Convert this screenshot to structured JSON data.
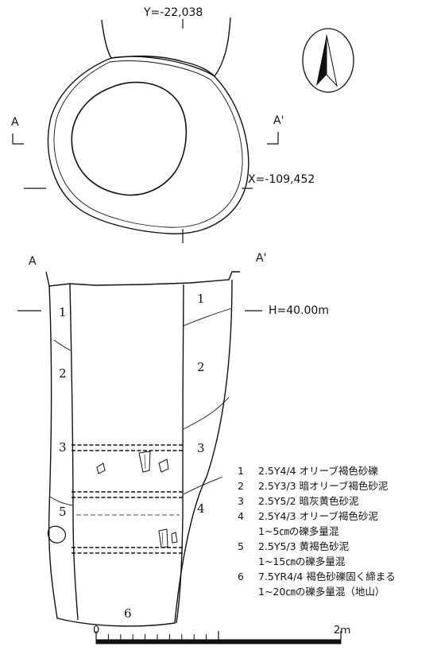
{
  "plan": {
    "coord_y": "Y=-22,038",
    "coord_x": "X=-109,452",
    "section_start": "A",
    "section_end": "A'"
  },
  "section": {
    "label_start": "A",
    "label_end": "A'",
    "elevation": "H=40.00m",
    "layer_labels": [
      "1",
      "2",
      "3",
      "5",
      "1",
      "2",
      "3",
      "4",
      "6"
    ]
  },
  "legend": {
    "items": [
      {
        "num": "1",
        "text": "2.5Y4/4 オリーブ褐色砂礫"
      },
      {
        "num": "2",
        "text": "2.5Y3/3 暗オリーブ褐色砂泥"
      },
      {
        "num": "3",
        "text": "2.5Y5/2 暗灰黄色砂泥"
      },
      {
        "num": "4",
        "text": "2.5Y4/3 オリーブ褐色砂泥",
        "sub": "1~5㎝の礫多量混"
      },
      {
        "num": "5",
        "text": "2.5Y5/3 黄褐色砂泥",
        "sub": "1~15㎝の礫多量混"
      },
      {
        "num": "6",
        "text": "7.5YR4/4 褐色砂礫固く締まる",
        "sub": "1~20㎝の礫多量混（地山）"
      }
    ]
  },
  "scale": {
    "start": "0",
    "end": "2ｍ"
  },
  "north_arrow": {
    "icon": "north-arrow-icon"
  }
}
